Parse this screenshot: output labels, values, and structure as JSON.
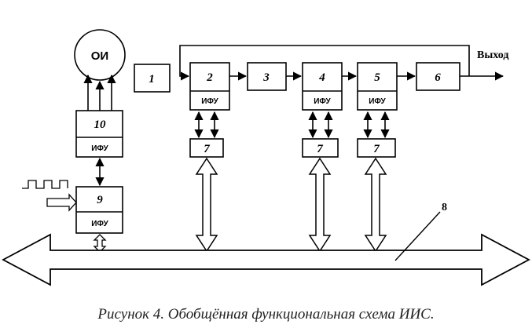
{
  "object": "ОИ",
  "ifu": "ИФУ",
  "blocks": {
    "b1": "1",
    "b2": "2",
    "b3": "3",
    "b4": "4",
    "b5": "5",
    "b6": "6",
    "b7a": "7",
    "b7b": "7",
    "b7c": "7",
    "b9": "9",
    "b10": "10"
  },
  "output_label": "Выход",
  "bus_label": "8",
  "caption": "Рисунок 4.  Обобщённая функциональная схема ИИС."
}
